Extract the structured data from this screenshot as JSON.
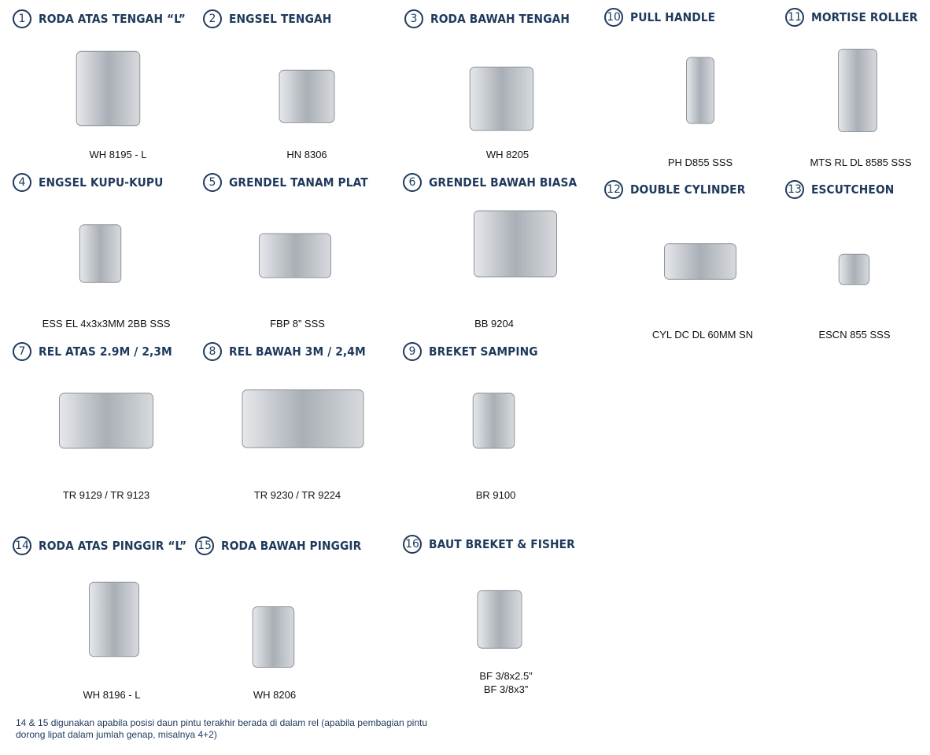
{
  "items": [
    {
      "num": "1",
      "title": "RODA ATAS TENGAH “L”",
      "code": "WH 8195 - L",
      "icon": "top-center-roller"
    },
    {
      "num": "2",
      "title": "ENGSEL TENGAH",
      "code": "HN 8306",
      "icon": "center-hinge"
    },
    {
      "num": "3",
      "title": "RODA BAWAH TENGAH",
      "code": "WH 8205",
      "icon": "bottom-center-roller"
    },
    {
      "num": "10",
      "title": "PULL HANDLE",
      "code": "PH D855 SSS",
      "icon": "pull-handle"
    },
    {
      "num": "11",
      "title": "MORTISE ROLLER",
      "code": "MTS RL DL 8585 SSS",
      "icon": "mortise-lock"
    },
    {
      "num": "4",
      "title": "ENGSEL KUPU-KUPU",
      "code": "ESS EL 4x3x3MM 2BB SSS",
      "icon": "butterfly-hinge"
    },
    {
      "num": "5",
      "title": "GRENDEL TANAM PLAT",
      "code": "FBP 8” SSS",
      "icon": "flush-bolt"
    },
    {
      "num": "6",
      "title": "GRENDEL BAWAH BIASA",
      "code": "BB 9204",
      "icon": "barrel-bolt"
    },
    {
      "num": "12",
      "title": "DOUBLE CYLINDER",
      "code": "CYL DC DL 60MM SN",
      "icon": "cylinder-keys"
    },
    {
      "num": "13",
      "title": "ESCUTCHEON",
      "code": "ESCN 855 SSS",
      "icon": "escutcheon"
    },
    {
      "num": "7",
      "title": "REL ATAS 2.9M / 2,3M",
      "code": "TR 9129 / TR 9123",
      "icon": "top-rail"
    },
    {
      "num": "8",
      "title": "REL BAWAH 3M / 2,4M",
      "code": "TR 9230 / TR 9224",
      "icon": "bottom-rail"
    },
    {
      "num": "9",
      "title": "BREKET SAMPING",
      "code": "BR 9100",
      "icon": "side-bracket"
    },
    {
      "num": "14",
      "title": "RODA ATAS PINGGIR “L”",
      "code": "WH 8196 - L",
      "icon": "top-side-roller"
    },
    {
      "num": "15",
      "title": "RODA BAWAH PINGGIR",
      "code": "WH 8206",
      "icon": "bottom-side-roller"
    },
    {
      "num": "16",
      "title": "BAUT BREKET & FISHER",
      "code": "BF 3/8x2.5”",
      "code2": "BF 3/8x3”",
      "icon": "bolt-anchor"
    }
  ],
  "note": "14 & 15 digunakan apabila posisi daun pintu terakhir berada di dalam rel (apabila pembagian pintu dorong lipat dalam jumlah genap, misalnya 4+2)",
  "colors": {
    "title": "#1f3a5c",
    "metal": "#b9bec4"
  }
}
